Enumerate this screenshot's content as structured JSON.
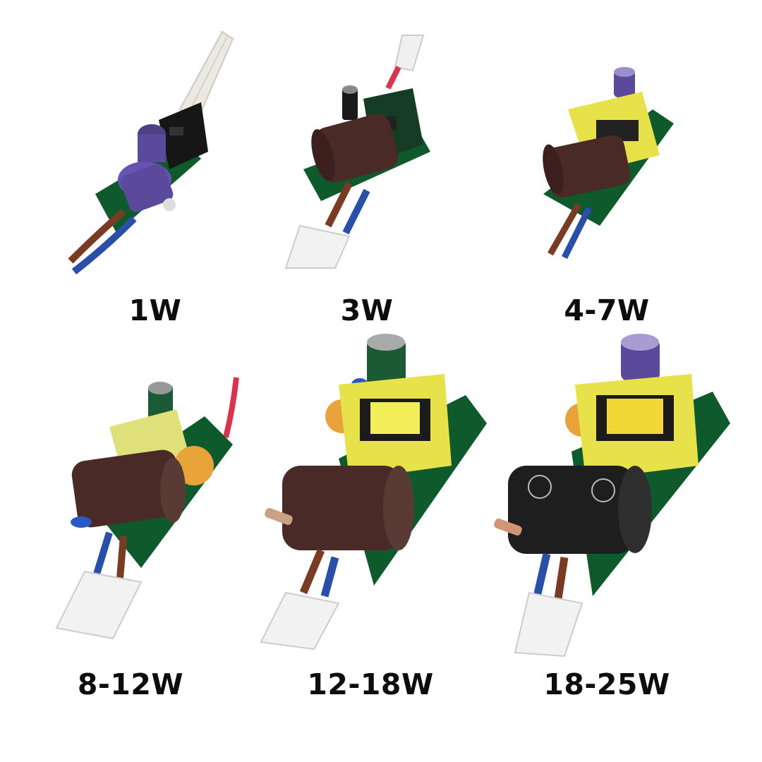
{
  "modules": [
    {
      "label": "1W"
    },
    {
      "label": "3W"
    },
    {
      "label": "4-7W"
    },
    {
      "label": "8-12W"
    },
    {
      "label": "12-18W"
    },
    {
      "label": "18-25W"
    }
  ],
  "colors": {
    "background": "#ffffff",
    "pcb_green": "#0f5a2c",
    "transformer_yellow": "#e8e24a",
    "capacitor_brown": "#4a2a26",
    "capacitor_purple": "#5b4a9c",
    "capacitor_black": "#1e1e1e",
    "wire_brown": "#7a3b24",
    "wire_blue": "#2a4fa8",
    "wire_red": "#d8344f",
    "cable_white": "#f0f0f0"
  },
  "icons": [
    "led-driver-module-photo"
  ]
}
